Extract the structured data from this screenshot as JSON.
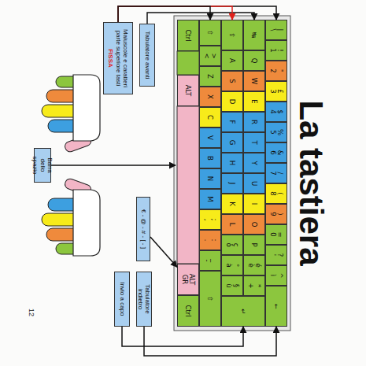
{
  "diagram": {
    "title": "La tastiera",
    "nodes": [
      {
        "text": [
          "| \\"
        ]
      },
      {
        "text": [
          "! 1"
        ]
      },
      {
        "text": [
          "\" 2"
        ]
      },
      {
        "text": [
          "£ 3"
        ]
      },
      {
        "text": [
          "$ 4"
        ]
      },
      {
        "text": [
          "% 5"
        ]
      },
      {
        "text": [
          "& 6"
        ]
      },
      {
        "text": [
          "/ 7"
        ]
      },
      {
        "text": [
          "( 8"
        ]
      },
      {
        "text": [
          ") 9"
        ]
      },
      {
        "text": [
          "= 0"
        ]
      },
      {
        "text": [
          "? '"
        ]
      },
      {
        "text": [
          "^ ì"
        ]
      },
      {
        "text": [
          "←"
        ]
      },
      {
        "text": [
          "↹"
        ]
      },
      {
        "text": [
          "Q"
        ]
      },
      {
        "text": [
          "W"
        ]
      },
      {
        "text": [
          "E"
        ]
      },
      {
        "text": [
          "R"
        ]
      },
      {
        "text": [
          "T"
        ]
      },
      {
        "text": [
          "Y"
        ]
      },
      {
        "text": [
          "U"
        ]
      },
      {
        "text": [
          "I"
        ]
      },
      {
        "text": [
          "O"
        ]
      },
      {
        "text": [
          "P"
        ]
      },
      {
        "text": [
          "é è"
        ]
      },
      {
        "text": [
          "* +"
        ]
      },
      {
        "text": [
          "↵"
        ]
      },
      {
        "text": [
          "⇪"
        ]
      },
      {
        "text": [
          "A"
        ]
      },
      {
        "text": [
          "S"
        ]
      },
      {
        "text": [
          "D"
        ]
      },
      {
        "text": [
          "F"
        ]
      },
      {
        "text": [
          "G"
        ]
      },
      {
        "text": [
          "H"
        ]
      },
      {
        "text": [
          "J"
        ]
      },
      {
        "text": [
          "K"
        ]
      },
      {
        "text": [
          "L"
        ]
      },
      {
        "text": [
          "ç ò"
        ]
      },
      {
        "text": [
          "° à"
        ]
      },
      {
        "text": [
          "§ ù"
        ]
      },
      {
        "text": [
          "⇧"
        ]
      },
      {
        "text": [
          "> <"
        ]
      },
      {
        "text": [
          "Z"
        ]
      },
      {
        "text": [
          "X"
        ]
      },
      {
        "text": [
          "C"
        ]
      },
      {
        "text": [
          "V"
        ]
      },
      {
        "text": [
          "B"
        ]
      },
      {
        "text": [
          "N"
        ]
      },
      {
        "text": [
          "M"
        ]
      },
      {
        "text": [
          "; ,"
        ]
      },
      {
        "text": [
          ": ."
        ]
      },
      {
        "text": [
          "_ -"
        ]
      },
      {
        "text": [
          "⇧"
        ]
      },
      {
        "text": [
          "Ctrl"
        ]
      },
      {
        "text": [
          "ALT"
        ]
      },
      {
        "text": [
          "ALT GR"
        ]
      },
      {
        "text": [
          "Ctrl"
        ]
      },
      {
        "text": [
          "Maiuscole e caratteri parte superiore tasti",
          "FISSA"
        ]
      },
      {
        "text": [
          "Tabulatore avanti"
        ]
      },
      {
        "text": [
          "Barra dello spazio"
        ]
      },
      {
        "text": [
          "€ - @ - # - [ - ]"
        ]
      },
      {
        "text": [
          "Tabulatore indietro"
        ]
      },
      {
        "text": [
          "Invio a capo"
        ]
      }
    ],
    "edges": [
      {
        "from": 59,
        "to": 14,
        "arrow": "to"
      },
      {
        "from": 58,
        "to": 0,
        "arrow": "to"
      },
      {
        "from": 58,
        "to": 28,
        "arrow": "to"
      },
      {
        "from": 58,
        "to": 41,
        "arrow": "to"
      },
      {
        "from": 61,
        "to": 56,
        "arrow": "to"
      },
      {
        "from": 62,
        "to": 13,
        "arrow": "to"
      },
      {
        "from": 63,
        "to": 27,
        "arrow": "to"
      }
    ],
    "labels": [
      "12"
    ]
  }
}
